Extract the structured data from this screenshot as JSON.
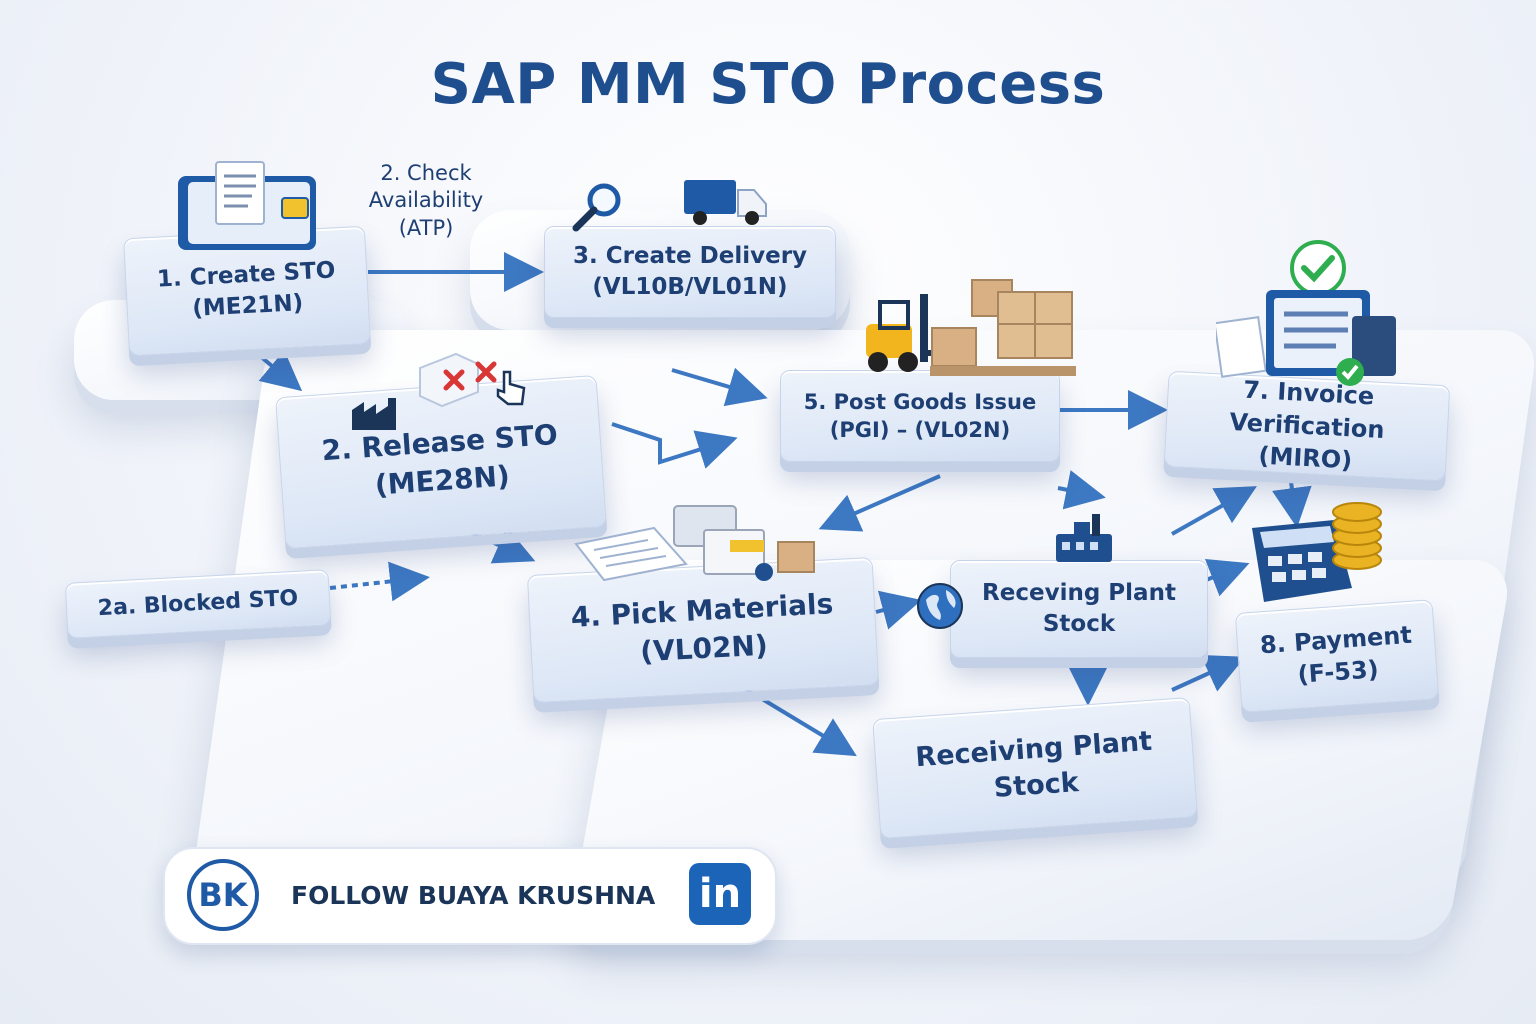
{
  "title": "SAP MM STO Process",
  "steps": {
    "create_sto": "1. Create STO\n(ME21N)",
    "check_availability": "2. Check\nAvailability\n(ATP)",
    "create_delivery": "3. Create Delivery\n(VL10B/VL01N)",
    "release_sto": "2. Release STO\n(ME28N)",
    "blocked_sto": "2a. Blocked STO",
    "post_goods_issue": "5. Post Goods Issue\n(PGI) – (VL02N)",
    "invoice_verification": "7. Invoice Verification\n(MIRO)",
    "pick_materials": "4. Pick Materials\n(VL02N)",
    "receving_plant_stock": "Receving Plant\nStock",
    "payment": "8. Payment\n(F-53)",
    "receiving_plant_stock": "Receiving Plant\nStock"
  },
  "badge": {
    "logo": "BK",
    "text": "FOLLOW BUAYA KRUSHNA",
    "linkedin": "in"
  },
  "colors": {
    "title": "#1f4e8f",
    "text": "#1e3f73",
    "arrow": "#3d78c2",
    "block": "#dde7f6",
    "linkedin": "#1b64b8"
  },
  "icons": [
    "document-folder-icon",
    "search-icon",
    "truck-icon",
    "factory-icon",
    "cross-icon",
    "cursor-icon",
    "forklift-icon",
    "boxes-icon",
    "checkmark-icon",
    "invoice-icon",
    "calculator-icon",
    "coins-icon",
    "globe-icon",
    "plant-icon",
    "packing-icon"
  ]
}
